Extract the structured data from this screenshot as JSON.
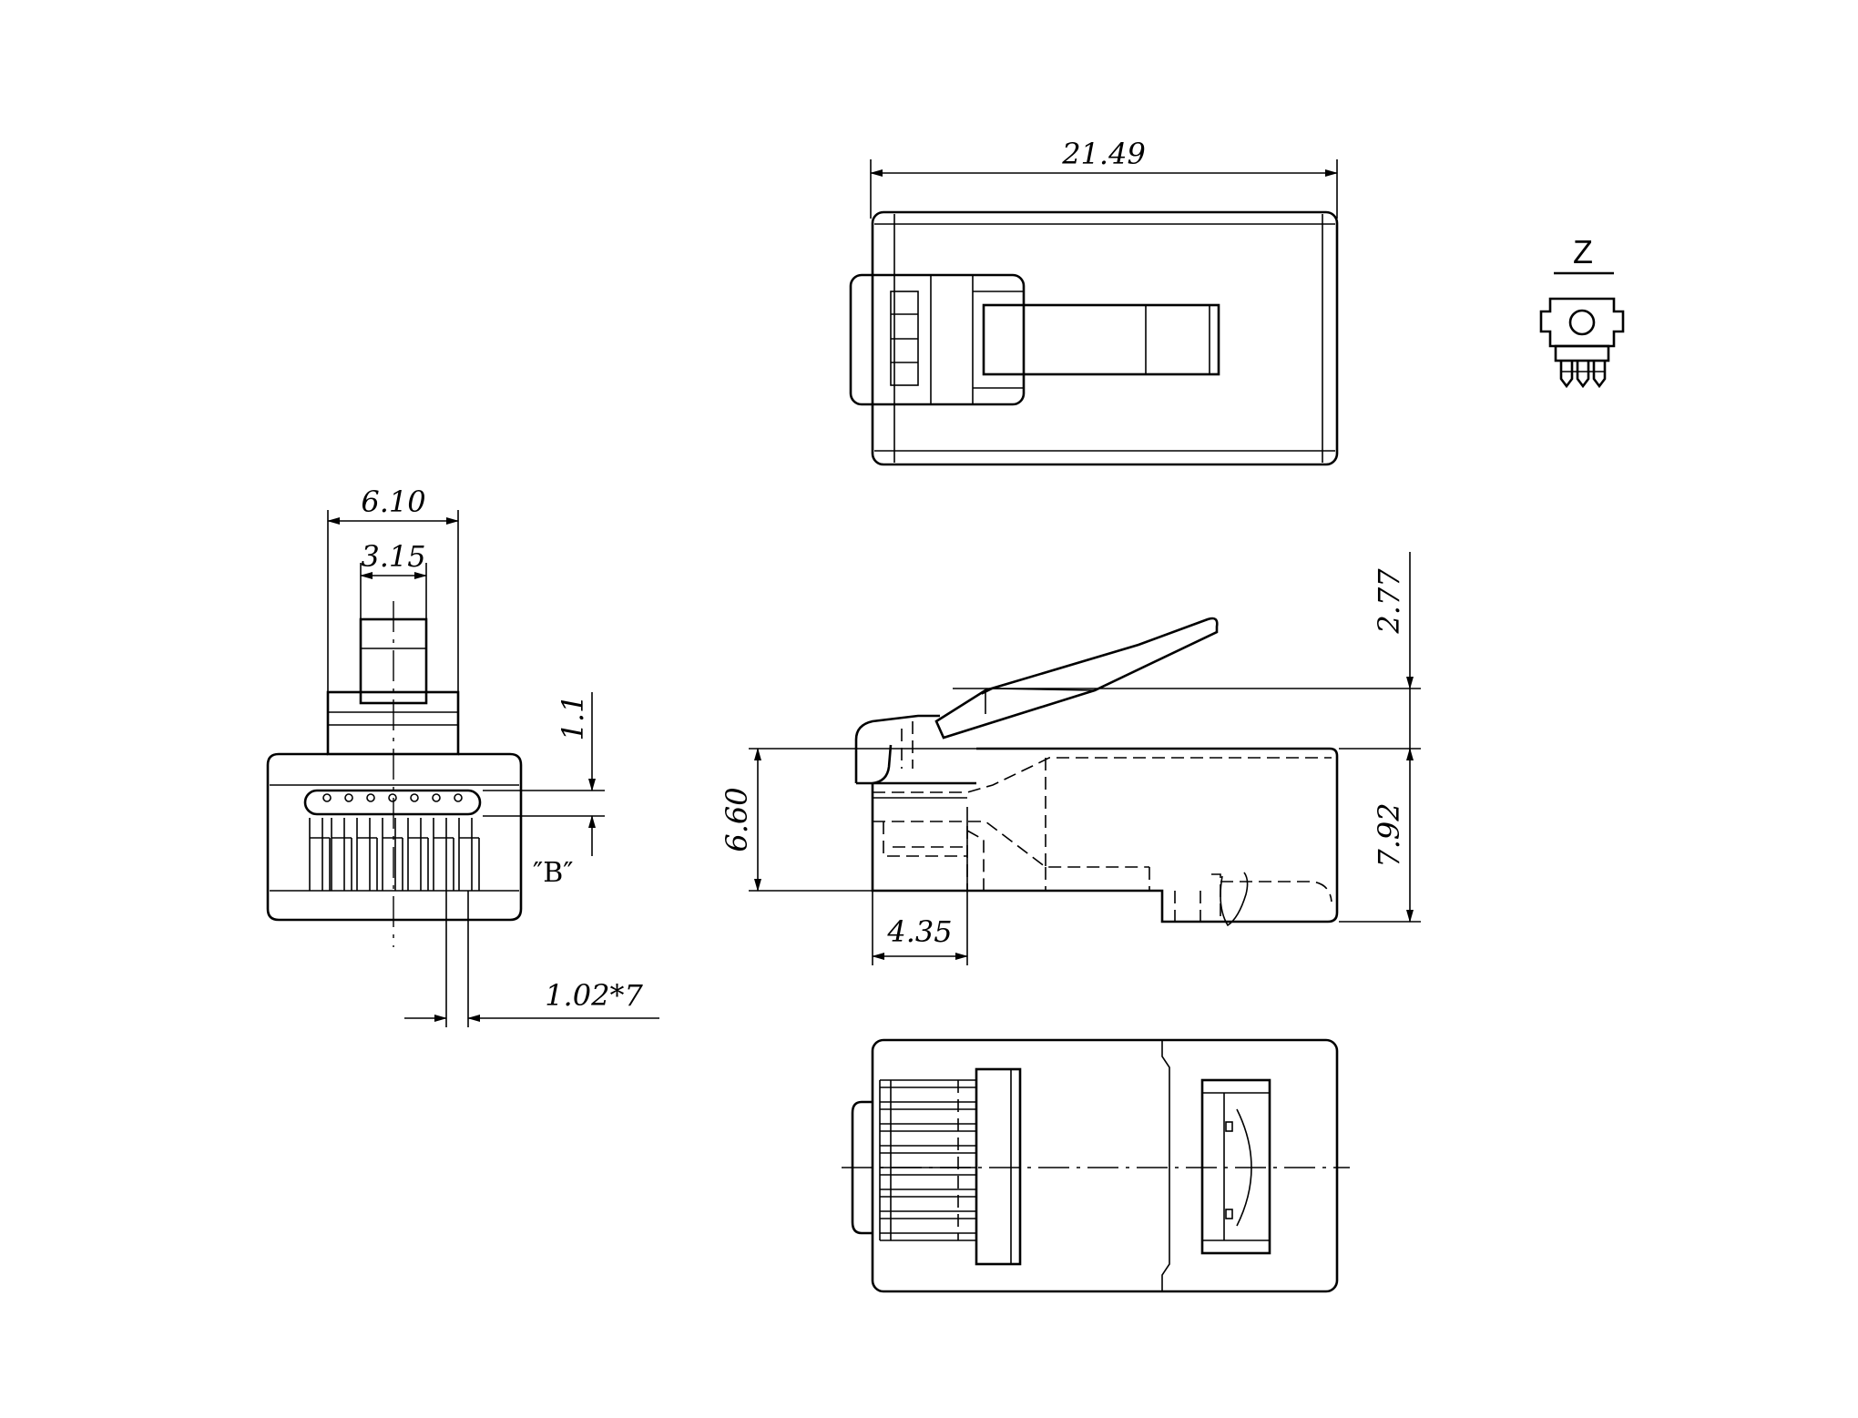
{
  "dimensions": {
    "top_length": "21.49",
    "front_width": "6.10",
    "latch_width": "3.15",
    "contact_offset": "1.1",
    "contact_pitch": "1.02*7",
    "side_height": "6.60",
    "latch_rise": "2.77",
    "total_height": "7.92",
    "nose_length": "4.35"
  },
  "labels": {
    "detail_b": "″B″",
    "detail_z": "Z"
  }
}
